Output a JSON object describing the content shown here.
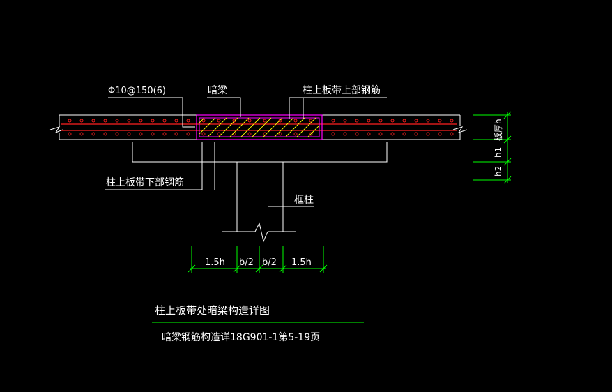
{
  "colors": {
    "background": "#000000",
    "line": "#ffffff",
    "rebar": "#ff2020",
    "dimension": "#00ff00",
    "beam_outline": "#ff00ff",
    "hatch": "#ffff00"
  },
  "labels": {
    "stirrup": "Φ10@150(6)",
    "hidden_beam": "暗梁",
    "top_rebar": "柱上板带上部钢筋",
    "bottom_rebar": "柱上板带下部钢筋",
    "column": "框柱"
  },
  "dimensions": {
    "bottom": [
      "1.5h",
      "b/2",
      "b/2",
      "1.5h"
    ],
    "right_slab": "板厚h",
    "right_h1": "h1",
    "right_h2": "h2"
  },
  "caption": {
    "title": "柱上板带处暗梁构造详图",
    "subtitle": "暗梁钢筋构造详18G901-1第5-19页"
  }
}
